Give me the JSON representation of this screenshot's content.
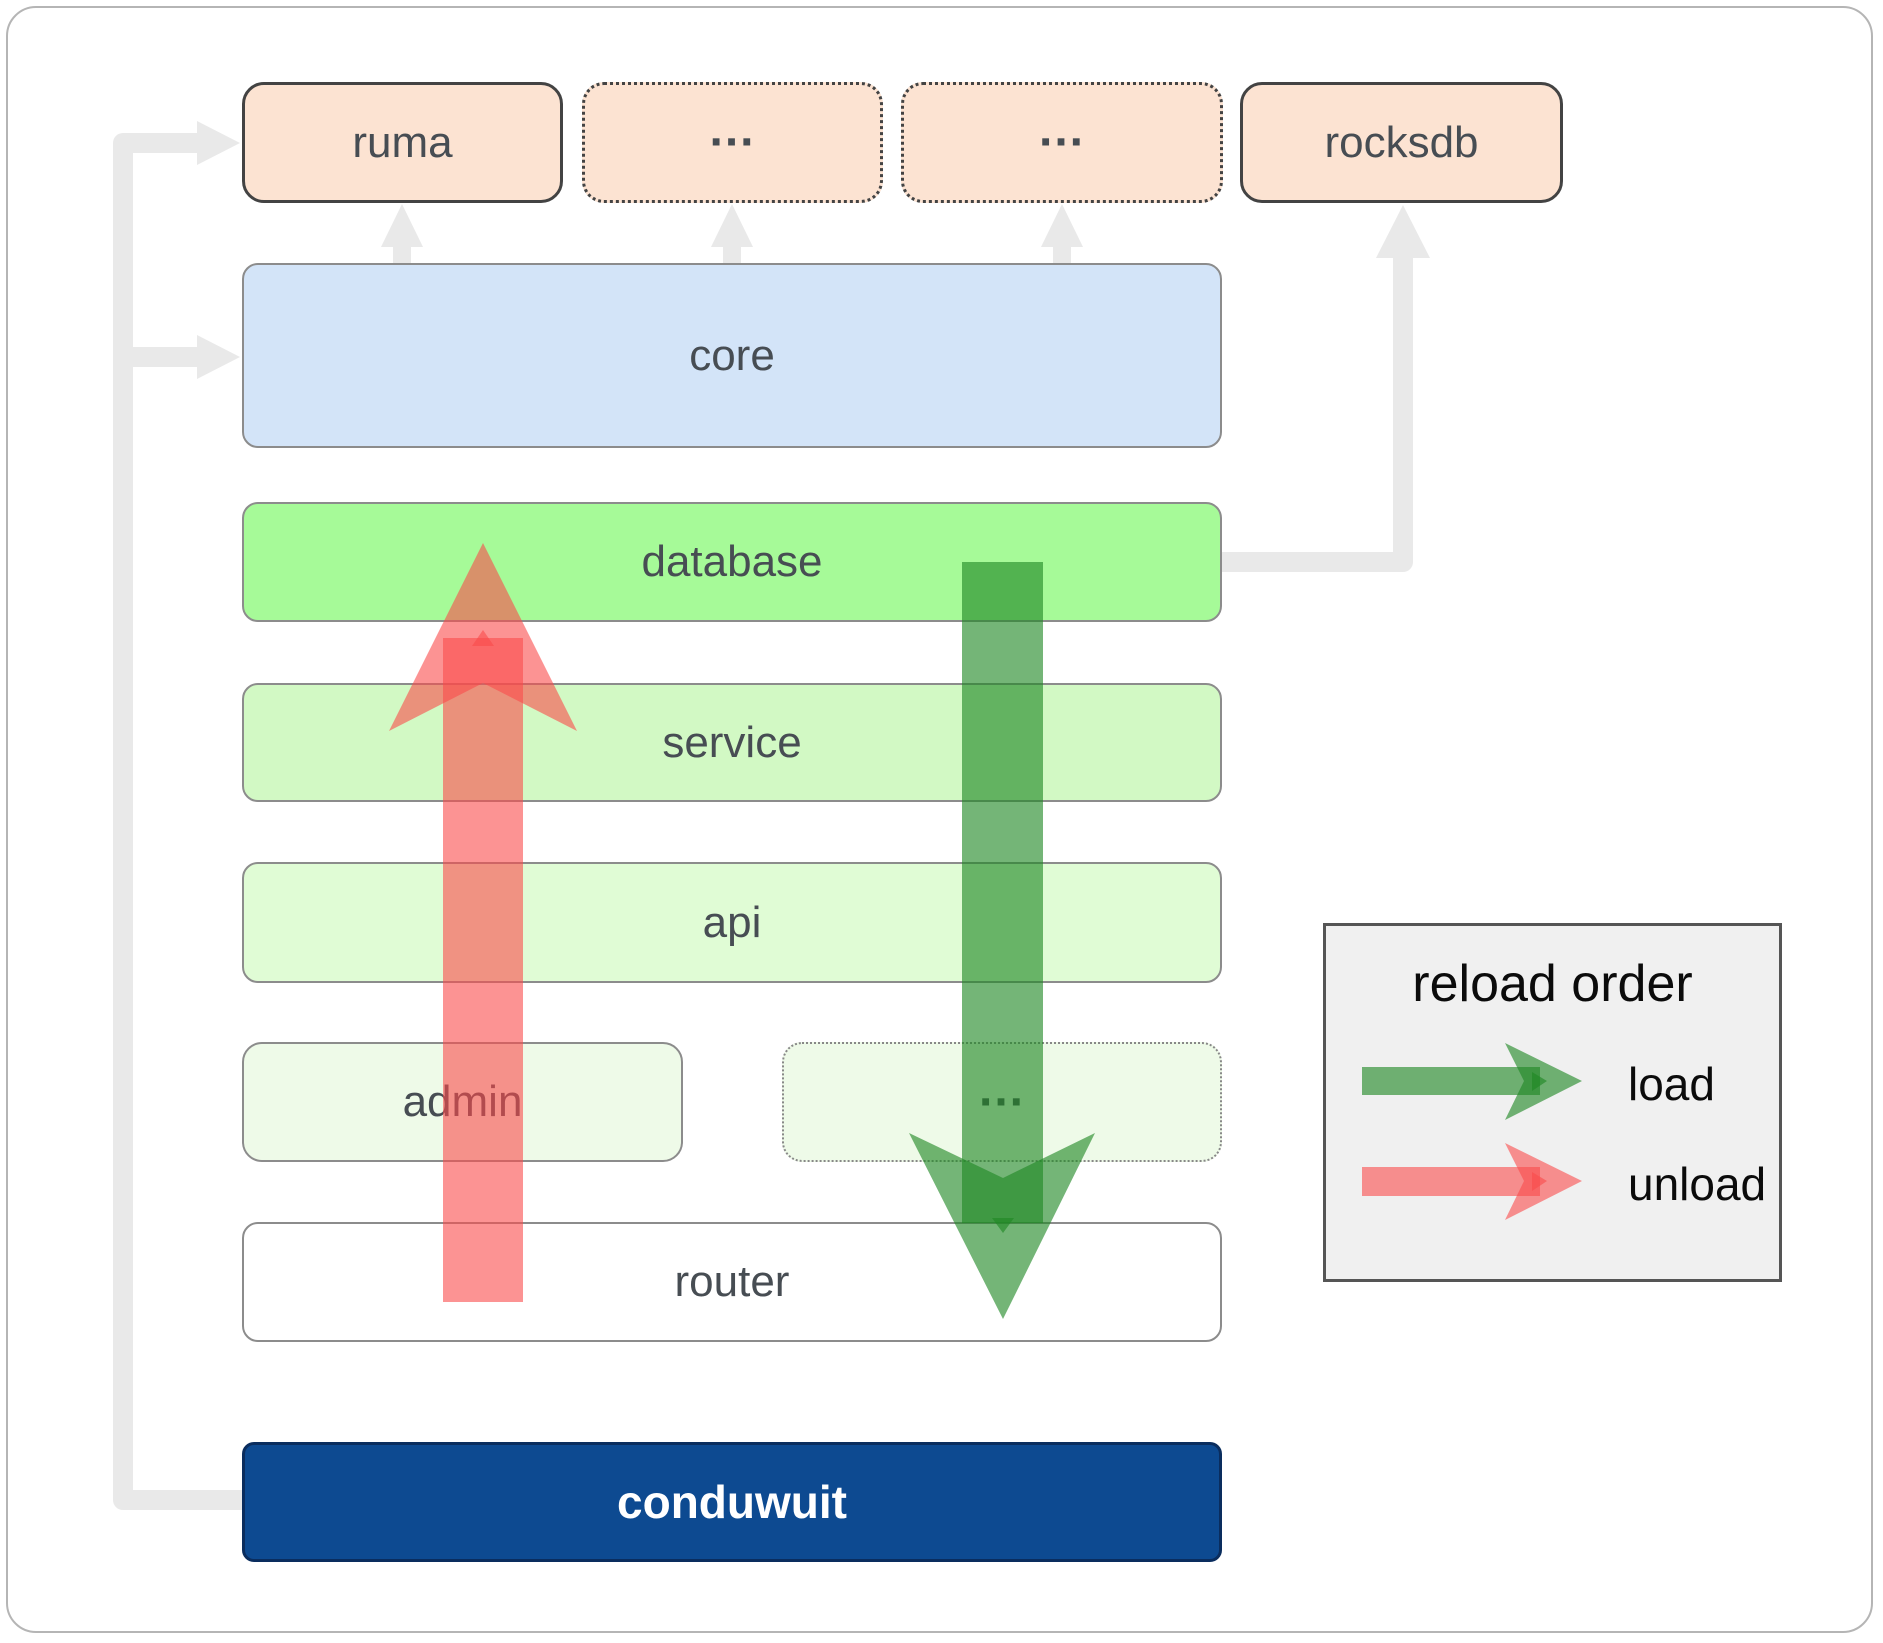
{
  "modules": {
    "ruma": {
      "label": "ruma"
    },
    "more_top_1": {
      "label": "..."
    },
    "more_top_2": {
      "label": "..."
    },
    "rocksdb": {
      "label": "rocksdb"
    },
    "core": {
      "label": "core"
    },
    "database": {
      "label": "database"
    },
    "service": {
      "label": "service"
    },
    "api": {
      "label": "api"
    },
    "admin": {
      "label": "admin"
    },
    "more_mid": {
      "label": "..."
    },
    "router": {
      "label": "router"
    },
    "conduwuit": {
      "label": "conduwuit"
    }
  },
  "legend": {
    "title": "reload order",
    "items": [
      {
        "label": "load",
        "arrow_color": "#2f8f33"
      },
      {
        "label": "unload",
        "arrow_color": "#f87c7c"
      }
    ]
  },
  "colors": {
    "load_arrow": "#1e8824",
    "unload_arrow": "#fa4b4b",
    "connector_gray": "#e9e9e9",
    "peach_fill": "#fce3d2",
    "core_fill": "#d3e4f8",
    "database_fill": "#a6fa98",
    "service_fill": "#d2f9c4",
    "api_fill": "#e0fcd5",
    "admin_fill": "#eefae8",
    "conduwuit_fill": "#0d4a91",
    "legend_bg": "#f0f0f0",
    "label_text": "#474d53"
  }
}
